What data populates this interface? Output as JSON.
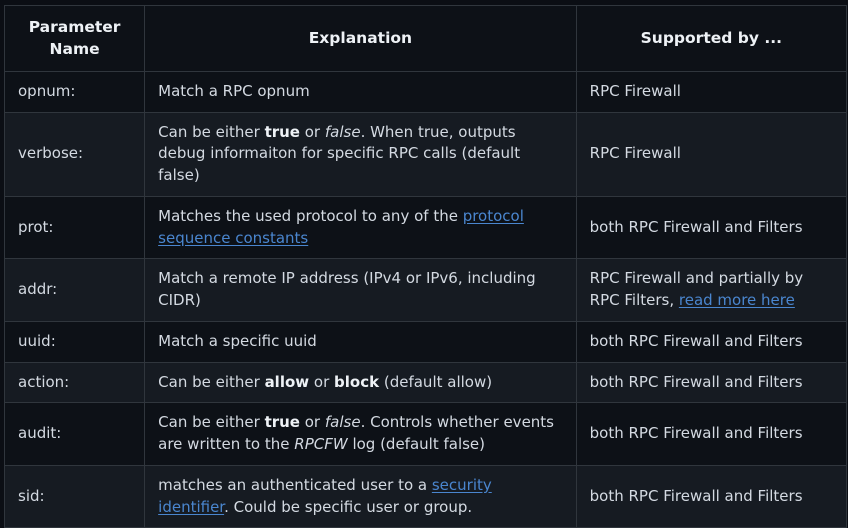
{
  "table": {
    "headers": [
      {
        "label": "Parameter Name",
        "align": "center"
      },
      {
        "label": "Explanation",
        "align": "center"
      },
      {
        "label": "Supported by ...",
        "align": "center"
      }
    ],
    "link_color": "#4a86cf",
    "row_bg_odd": "#0d1117",
    "row_bg_even": "#161b22",
    "border_color": "#30363d",
    "page_bg": "#0b0e14",
    "text_color": "#d4dae2",
    "rows": [
      {
        "name": "opnum:",
        "explanation": [
          {
            "t": "Match a RPC opnum",
            "s": "plain"
          }
        ],
        "supported": [
          {
            "t": "RPC Firewall",
            "s": "plain"
          }
        ]
      },
      {
        "name": "verbose:",
        "explanation": [
          {
            "t": "Can be either ",
            "s": "plain"
          },
          {
            "t": "true",
            "s": "bold"
          },
          {
            "t": " or ",
            "s": "plain"
          },
          {
            "t": "false",
            "s": "italic"
          },
          {
            "t": ". When true, outputs debug informaiton for specific RPC calls (default false)",
            "s": "plain"
          }
        ],
        "supported": [
          {
            "t": "RPC Firewall",
            "s": "plain"
          }
        ]
      },
      {
        "name": "prot:",
        "explanation": [
          {
            "t": "Matches the used protocol to any of the ",
            "s": "plain"
          },
          {
            "t": "protocol sequence constants",
            "s": "link"
          }
        ],
        "supported": [
          {
            "t": "both RPC Firewall and Filters",
            "s": "plain"
          }
        ]
      },
      {
        "name": "addr:",
        "explanation": [
          {
            "t": "Match a remote IP address (IPv4 or IPv6, including CIDR)",
            "s": "plain"
          }
        ],
        "supported": [
          {
            "t": "RPC Firewall and partially by RPC Filters, ",
            "s": "plain"
          },
          {
            "t": "read more here",
            "s": "link"
          }
        ]
      },
      {
        "name": "uuid:",
        "explanation": [
          {
            "t": "Match a specific uuid",
            "s": "plain"
          }
        ],
        "supported": [
          {
            "t": "both RPC Firewall and Filters",
            "s": "plain"
          }
        ]
      },
      {
        "name": "action:",
        "explanation": [
          {
            "t": "Can be either ",
            "s": "plain"
          },
          {
            "t": "allow",
            "s": "bold"
          },
          {
            "t": " or ",
            "s": "plain"
          },
          {
            "t": "block",
            "s": "bold"
          },
          {
            "t": " (default allow)",
            "s": "plain"
          }
        ],
        "supported": [
          {
            "t": "both RPC Firewall and Filters",
            "s": "plain"
          }
        ]
      },
      {
        "name": "audit:",
        "explanation": [
          {
            "t": "Can be either ",
            "s": "plain"
          },
          {
            "t": "true",
            "s": "bold"
          },
          {
            "t": " or ",
            "s": "plain"
          },
          {
            "t": "false",
            "s": "italic"
          },
          {
            "t": ". Controls whether events are written to the ",
            "s": "plain"
          },
          {
            "t": "RPCFW",
            "s": "italic"
          },
          {
            "t": " log (default false)",
            "s": "plain"
          }
        ],
        "supported": [
          {
            "t": "both RPC Firewall and Filters",
            "s": "plain"
          }
        ]
      },
      {
        "name": "sid:",
        "explanation": [
          {
            "t": "matches an authenticated user to a ",
            "s": "plain"
          },
          {
            "t": "security identifier",
            "s": "link"
          },
          {
            "t": ". Could be specific user or group.",
            "s": "plain"
          }
        ],
        "supported": [
          {
            "t": "both RPC Firewall and Filters",
            "s": "plain"
          }
        ]
      }
    ]
  }
}
